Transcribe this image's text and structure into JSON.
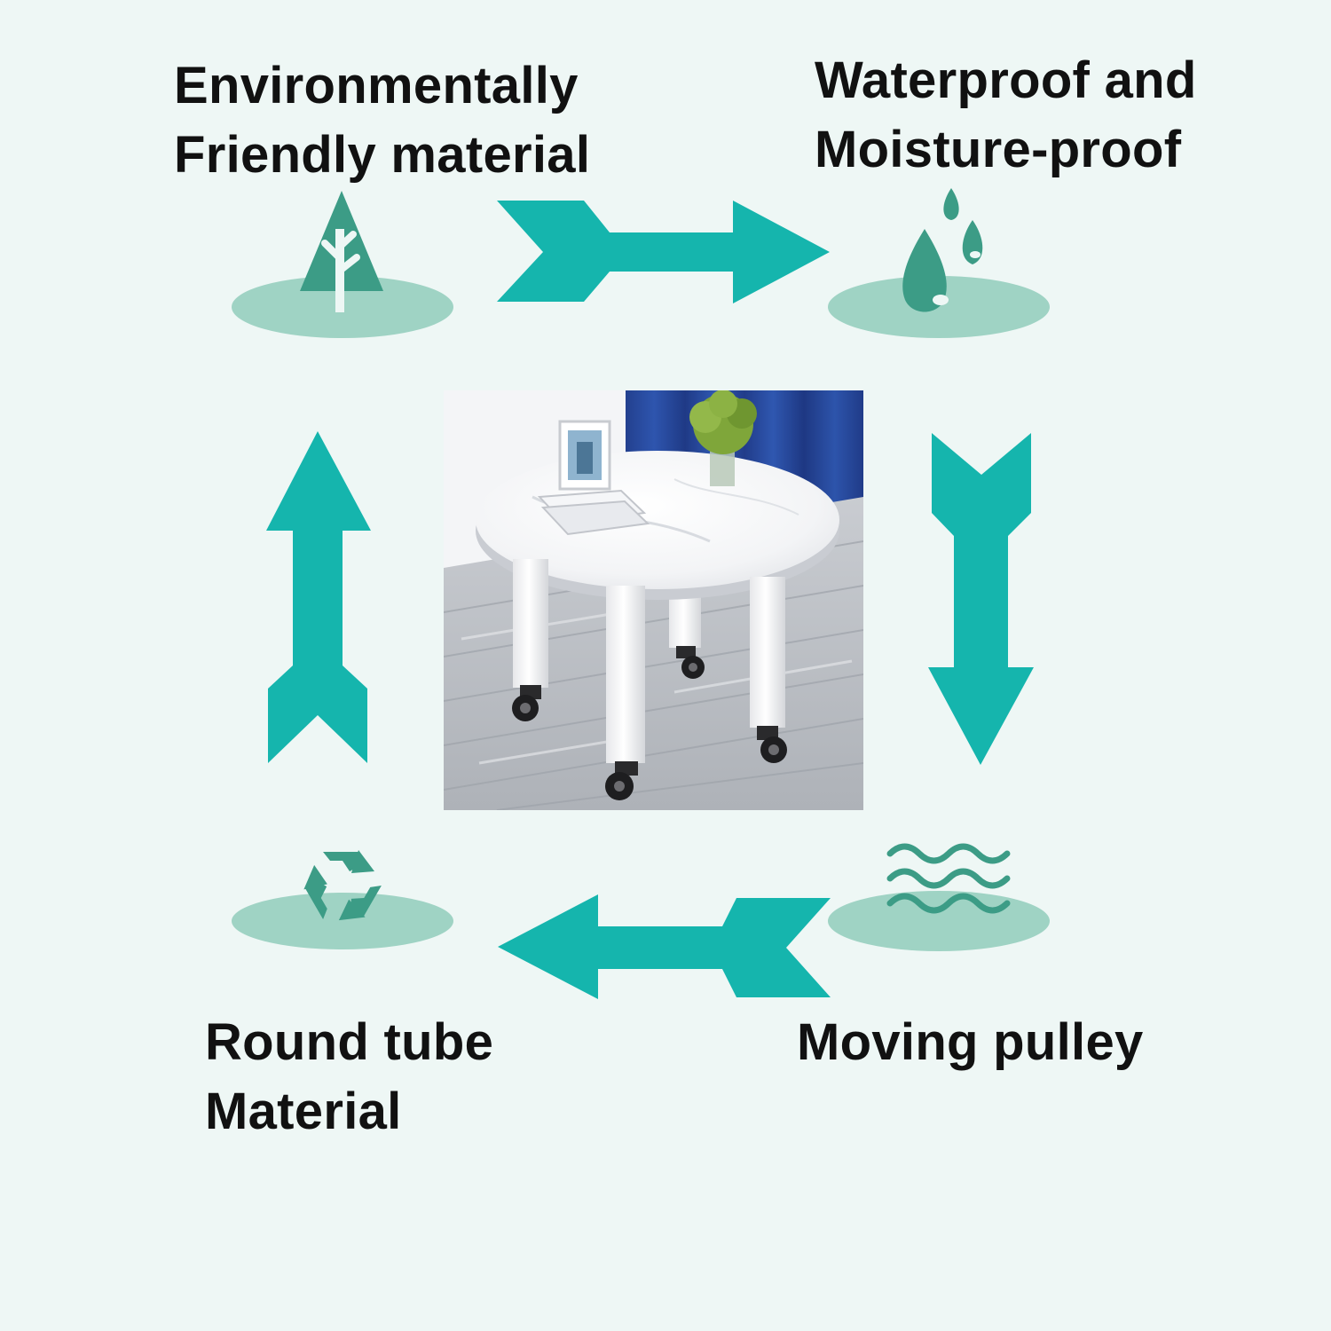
{
  "colors": {
    "background": "#eef7f5",
    "arrow": "#15b5ad",
    "icon": "#3c9c86",
    "pad": "#9fd3c4",
    "text": "#111111"
  },
  "features": [
    {
      "id": "eco",
      "lines": [
        "Environmentally",
        "Friendly material"
      ],
      "icon": "tree-icon"
    },
    {
      "id": "water",
      "lines": [
        "Waterproof and",
        "Moisture-proof"
      ],
      "icon": "water-drops-icon"
    },
    {
      "id": "pulley",
      "lines": [
        "Moving pulley"
      ],
      "icon": "waves-icon"
    },
    {
      "id": "tube",
      "lines": [
        "Round tube",
        "Material"
      ],
      "icon": "recycle-icon"
    }
  ],
  "center_image": {
    "subject": "round white table on caster wheels",
    "icon": "table-photo"
  }
}
